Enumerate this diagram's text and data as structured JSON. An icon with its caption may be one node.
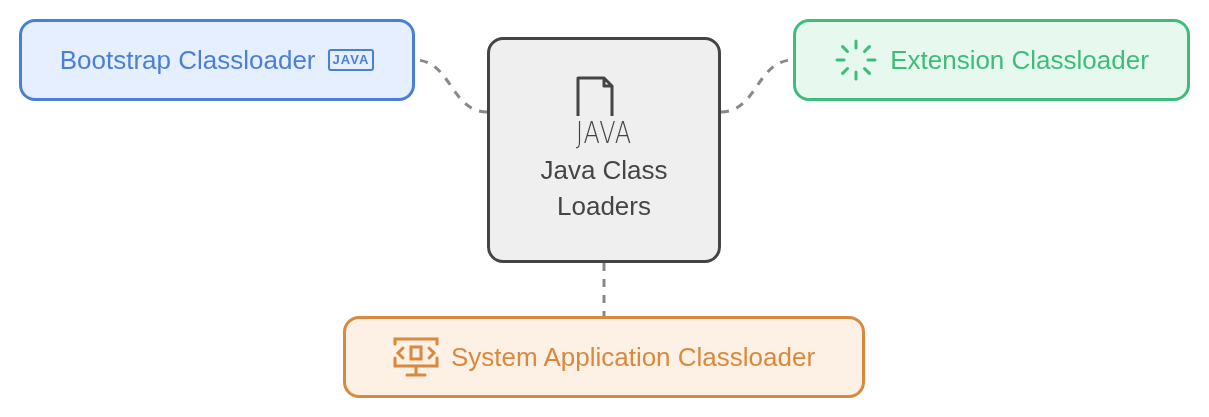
{
  "diagram": {
    "nodes": [
      {
        "text": [
          "Bootstrap Classloader",
          "JAVA"
        ]
      },
      {
        "text": [
          "JAVA",
          "Java Class Loaders"
        ]
      },
      {
        "text": [
          "Extension Classloader"
        ]
      },
      {
        "text": [
          "System Application Classloader"
        ]
      }
    ],
    "edges": [
      {
        "from": 1,
        "to": 0,
        "arrow": "none",
        "style": "dashed"
      },
      {
        "from": 1,
        "to": 2,
        "arrow": "none",
        "style": "dashed"
      },
      {
        "from": 1,
        "to": 3,
        "arrow": "none",
        "style": "dashed"
      }
    ]
  }
}
